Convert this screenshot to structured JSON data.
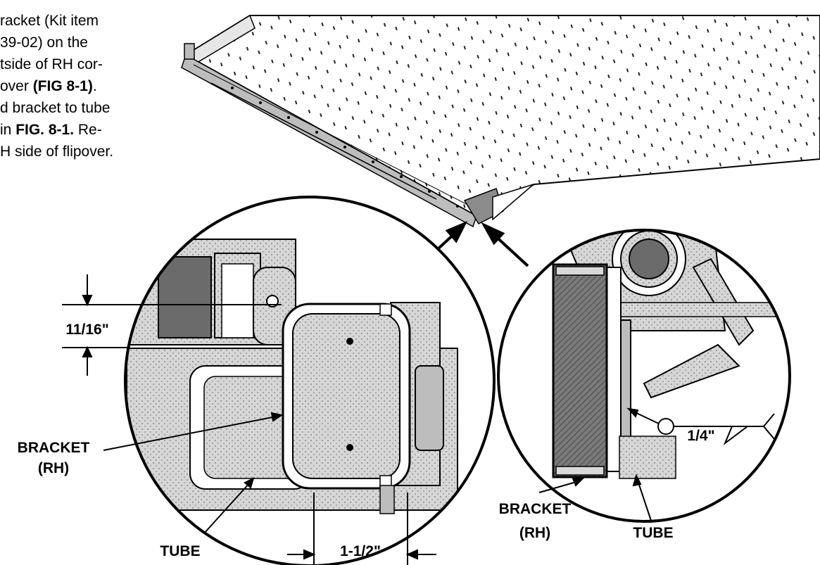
{
  "instructions": {
    "line1": "racket (Kit item",
    "line2": "39-02) on the",
    "line3": "tside of RH cor-",
    "line4a": "over ",
    "line4b": "(FIG 8-1)",
    "line4c": ".",
    "line5": "d bracket to tube",
    "line6a": " in ",
    "line6b": "FIG. 8-1.",
    "line6c": " Re-",
    "line7": "H side of flipover."
  },
  "labels": {
    "dim_vertical": "11/16\"",
    "bracket_left_1": "BRACKET",
    "bracket_left_2": "(RH)",
    "tube_left": "TUBE",
    "dim_horizontal": "1-1/2\"",
    "weld_size": "1/4\"",
    "bracket_right_1": "BRACKET",
    "bracket_right_2": "(RH)",
    "tube_right": "TUBE"
  },
  "colors": {
    "ink": "#000000",
    "paper": "#ffffff",
    "shade_light": "#cfcfcf",
    "shade_mid": "#a8a8a8",
    "shade_dark": "#6b6b6b"
  }
}
